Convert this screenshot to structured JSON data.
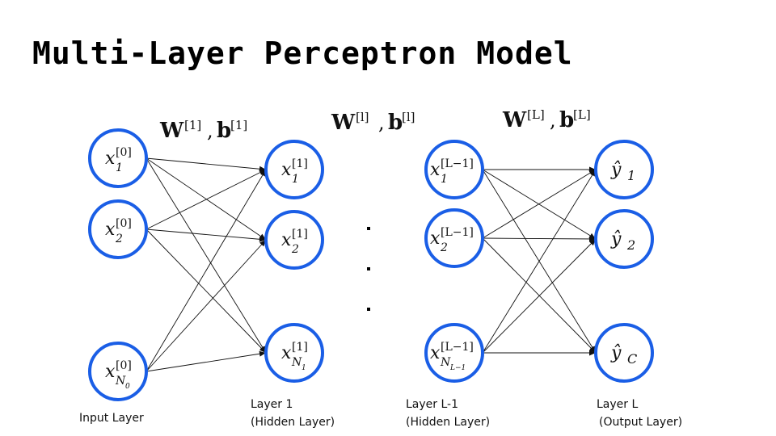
{
  "title": "Multi-Layer Perceptron Model",
  "weights": [
    {
      "W": "W",
      "b": "b",
      "sup": "[1]"
    },
    {
      "W": "W",
      "b": "b",
      "sup": "[l]"
    },
    {
      "W": "W",
      "b": "b",
      "sup": "[L]"
    }
  ],
  "layers": [
    {
      "caption_line1": "Input Layer",
      "caption_line2": "",
      "nodes": [
        {
          "base": "x",
          "sup": "[0]",
          "sub": "1"
        },
        {
          "base": "x",
          "sup": "[0]",
          "sub": "2"
        },
        {
          "base": "x",
          "sup": "[0]",
          "sub": "N",
          "subsub": "0"
        }
      ]
    },
    {
      "caption_line1": "Layer 1",
      "caption_line2": "(Hidden Layer)",
      "nodes": [
        {
          "base": "x",
          "sup": "[1]",
          "sub": "1"
        },
        {
          "base": "x",
          "sup": "[1]",
          "sub": "2"
        },
        {
          "base": "x",
          "sup": "[1]",
          "sub": "N",
          "subsub": "1"
        }
      ]
    },
    {
      "caption_line1": "Layer L-1",
      "caption_line2": "(Hidden Layer)",
      "nodes": [
        {
          "base": "x",
          "sup": "[L−1]",
          "sub": "1"
        },
        {
          "base": "x",
          "sup": "[L−1]",
          "sub": "2"
        },
        {
          "base": "x",
          "sup": "[L−1]",
          "sub": "N",
          "subsub": "L−1"
        }
      ]
    },
    {
      "caption_line1": "Layer L",
      "caption_line2": "(Output Layer)",
      "nodes": [
        {
          "base": "ŷ",
          "sup": "",
          "sub": "1"
        },
        {
          "base": "ŷ",
          "sup": "",
          "sub": "2"
        },
        {
          "base": "ŷ",
          "sup": "",
          "sub": "C"
        }
      ]
    }
  ],
  "ellipsis": [
    ".",
    ".",
    "."
  ],
  "colors": {
    "node_stroke": "#1a5ee6",
    "edge": "#111111"
  }
}
